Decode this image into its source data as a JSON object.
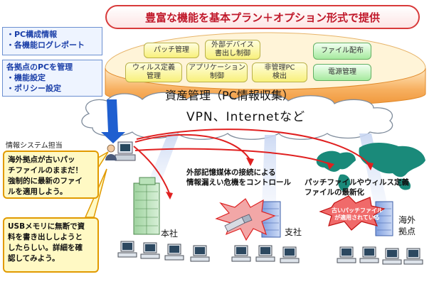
{
  "banner": "豊富な機能を基本プラン＋オプション形式で提供",
  "left_top_box": [
    "・PC構成情報",
    "・各機能ログレポート"
  ],
  "left_mid_box": [
    "各拠点のPCを管理",
    "・機能設定",
    "・ポリシー設定"
  ],
  "modules": {
    "patch": "パッチ管理",
    "device": [
      "外部デバイス",
      "書出し制御"
    ],
    "file_dist": "ファイル配布",
    "virus": [
      "ウィルス定義",
      "管理"
    ],
    "app": [
      "アプリケーション",
      "制御"
    ],
    "unmanaged": [
      "非管理PC",
      "検出"
    ],
    "power": "電源管理"
  },
  "asset_management": "資産管理（PC情報収集）",
  "network": "VPN、Internetなど",
  "it_staff": "情報システム担当",
  "callout_1": [
    "海外拠点が古いパッ",
    "チファイルのままだ！",
    "強制的に最新のファイ",
    "ルを適用しよう。"
  ],
  "callout_2": [
    "USBメモリに無断で資",
    "料を書き出ししようと",
    "したらしい。詳細を確",
    "認してみよう。"
  ],
  "sites": {
    "hq": "本社",
    "branch": "支社",
    "overseas": [
      "海外",
      "拠点"
    ]
  },
  "annot_media": [
    "外部記憶媒体の接続による",
    "情報漏えい危機をコントロール"
  ],
  "annot_patch": [
    "パッチファイルやウィルス定義",
    "ファイルの最新化"
  ],
  "burst_text": [
    "古いパッチファイル",
    "が適用されている"
  ],
  "colors": {
    "banner_border": "#d83a3a",
    "banner_text": "#c0182a",
    "info_text": "#1b3fa8",
    "orange": "#f4a23f",
    "arrow_red": "#e02020",
    "arrow_blue": "#1f5fd0"
  }
}
